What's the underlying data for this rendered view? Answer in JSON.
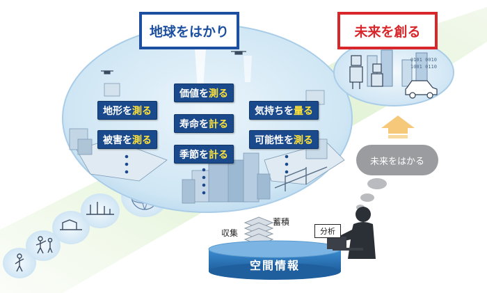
{
  "titles": {
    "earth": "地球をはかり",
    "future": "未来を創る"
  },
  "measures": [
    {
      "pre": "地形を",
      "verb": "測る"
    },
    {
      "pre": "被害を",
      "verb": "測る"
    },
    {
      "pre": "価値を",
      "verb": "測る"
    },
    {
      "pre": "寿命を",
      "verb": "計る"
    },
    {
      "pre": "季節を",
      "verb": "計る"
    },
    {
      "pre": "気持ちを",
      "verb": "量る"
    },
    {
      "pre": "可能性を",
      "verb": "測る"
    }
  ],
  "future_bubble": "未来をはかる",
  "flow": {
    "collect": "収集",
    "accumulate": "蓄積",
    "analysis": "分析",
    "database": "空間情報"
  },
  "colors": {
    "earth_accent": "#1d4fa0",
    "future_accent": "#d8262b",
    "tag_bg": "#1a4a8c",
    "tag_highlight": "#ffe33b",
    "arrow_up": "#f5c87a",
    "database": "#2e7dc2",
    "path_band": "#d8efc6"
  },
  "icons": [
    "drone-icon",
    "satellite-beam-icon",
    "globe-icon",
    "person-analyst-icon",
    "robot-icon",
    "car-icon",
    "up-arrow-icon"
  ]
}
